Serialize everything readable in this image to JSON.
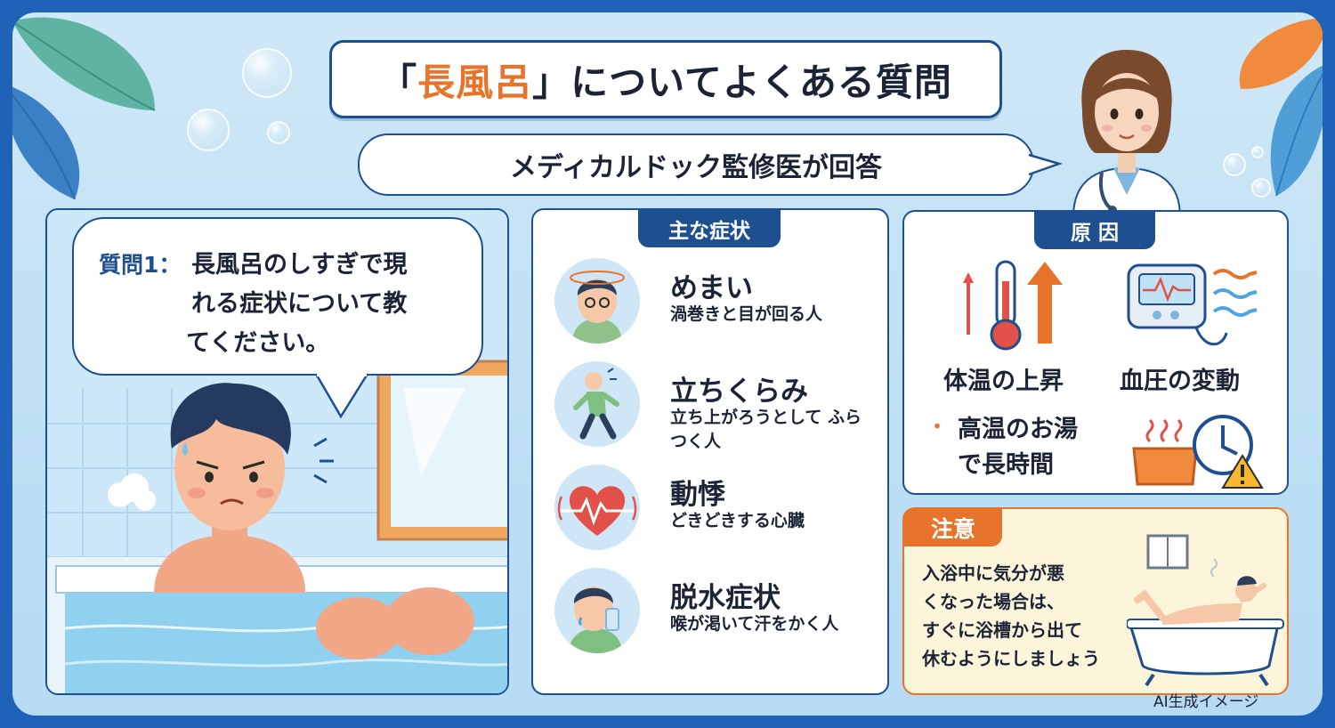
{
  "title": {
    "open_bracket": "「",
    "highlight": "長風呂",
    "rest": "」についてよくある質問"
  },
  "subtitle": "メディカルドック監修医が回答",
  "question": {
    "label": "質問1：",
    "line1": "長風呂のしすぎで現",
    "line2": "れる症状について教",
    "line3": "てください。"
  },
  "symptoms": {
    "tab": "主な症状",
    "items": [
      {
        "name": "めまい",
        "desc": "渦巻きと目が回る人",
        "icon": "dizzy-face-icon"
      },
      {
        "name": "立ちくらみ",
        "desc": "立ち上がろうとして ふらつく人",
        "icon": "staggering-person-icon"
      },
      {
        "name": "動悸",
        "desc": "どきどきする心臓",
        "icon": "heartbeat-icon"
      },
      {
        "name": "脱水症状",
        "desc": "喉が渇いて汗をかく人",
        "icon": "drinking-water-icon"
      }
    ]
  },
  "causes": {
    "tab": "原 因",
    "items": [
      {
        "label": "体温の上昇",
        "icon": "thermometer-up-icon"
      },
      {
        "label": "血圧の変動",
        "icon": "blood-pressure-monitor-icon"
      },
      {
        "label": "高温のお湯",
        "label2": "で長時間",
        "bullet": "・",
        "icon": "hot-bath-clock-warning-icon"
      }
    ]
  },
  "caution": {
    "tab": "注意",
    "lines": [
      "入浴中に気分が悪",
      "くなった場合は、",
      "すぐに浴槽から出て",
      "休むようにしましょう"
    ]
  },
  "ai_note": "AI生成イメージ",
  "colors": {
    "frame": "#1f63b8",
    "navy": "#1d4f91",
    "accent": "#e8742b",
    "caution_bg": "#fdf5d9"
  }
}
